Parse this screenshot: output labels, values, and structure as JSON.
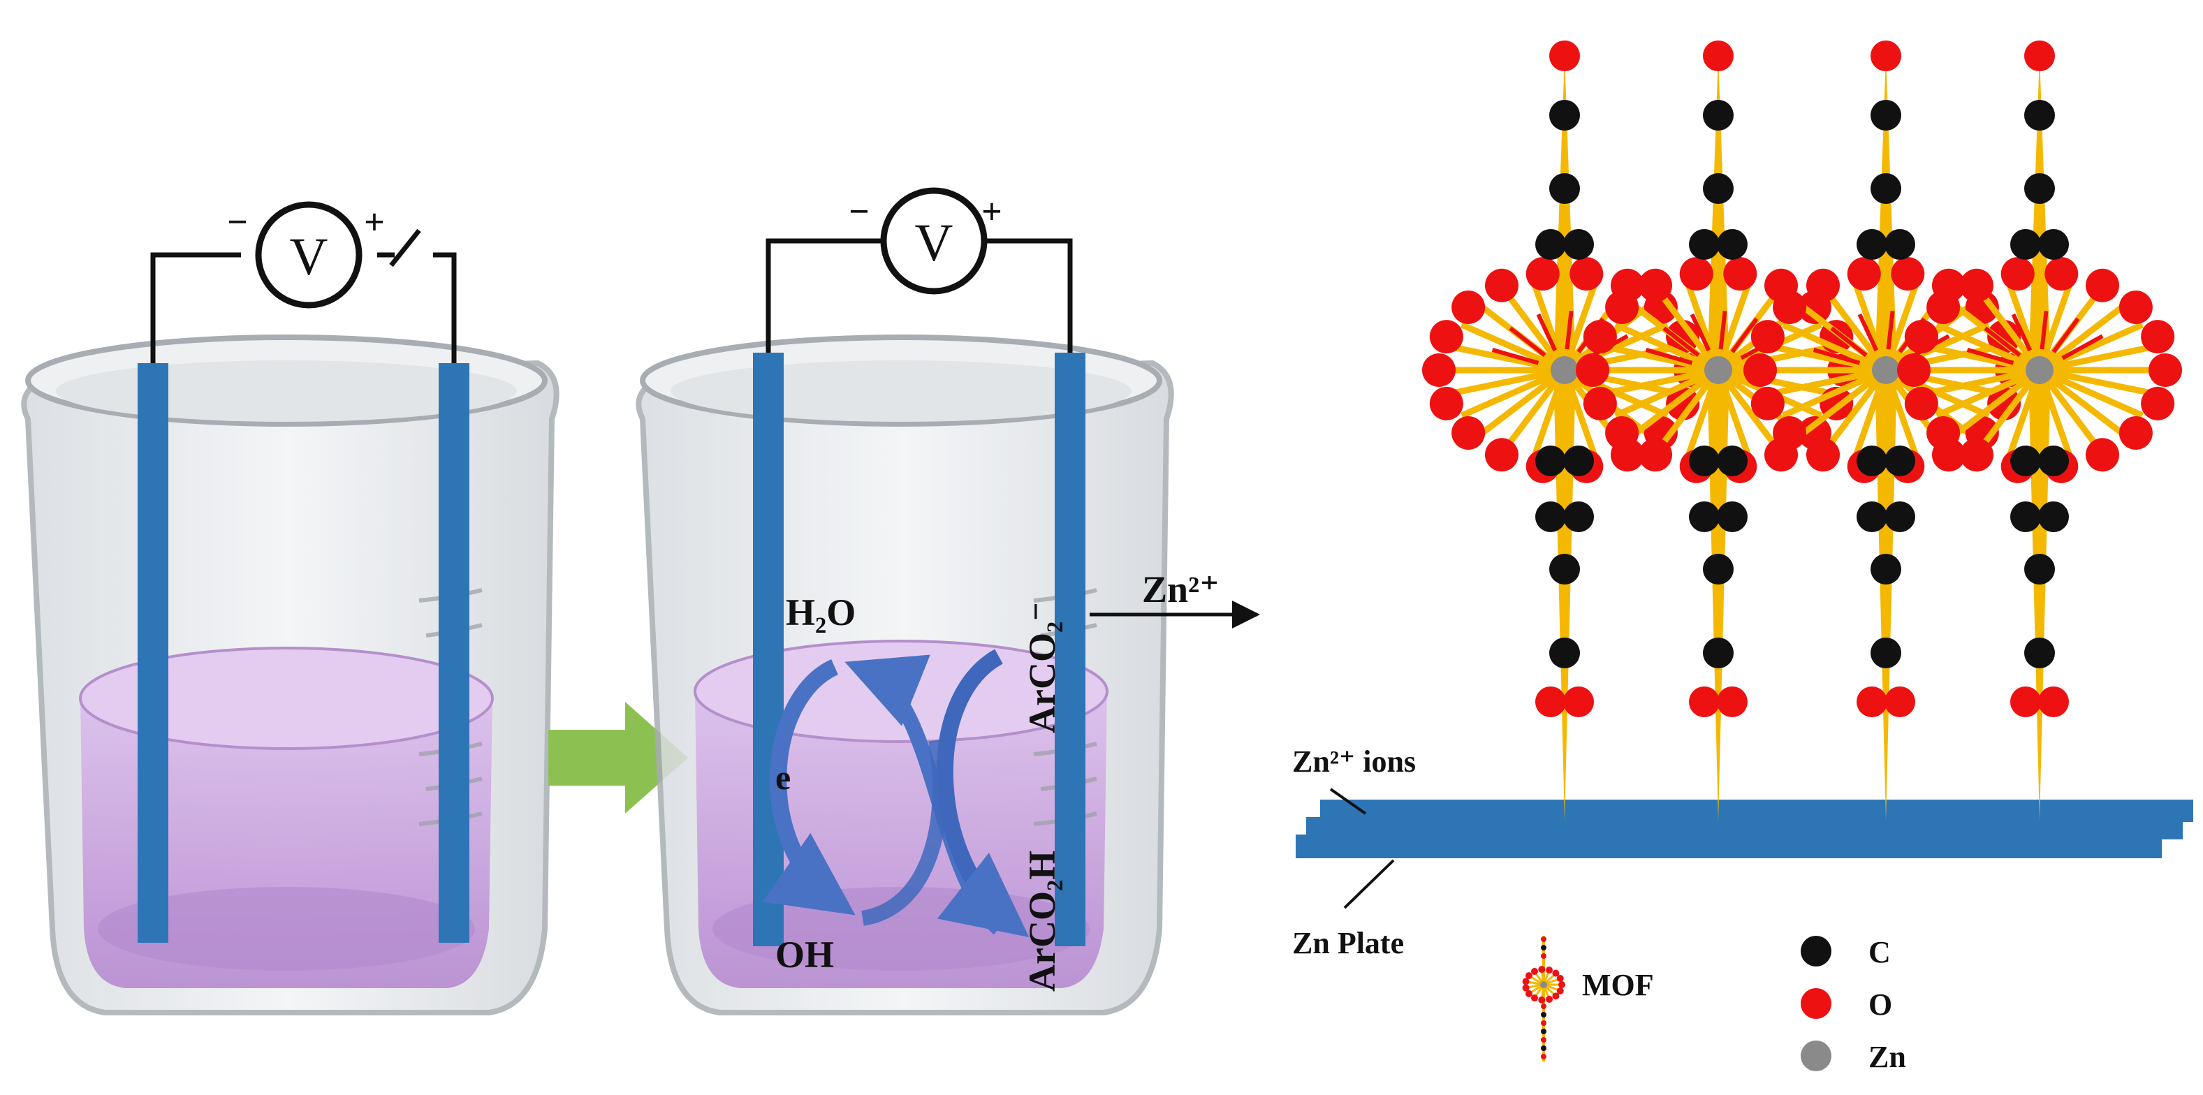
{
  "beaker_left": {
    "meter_symbol": "V",
    "minus_sign": "−",
    "plus_sign": "+"
  },
  "beaker_right": {
    "meter_symbol": "V",
    "minus_sign": "−",
    "plus_sign": "+",
    "reactions": {
      "water": "H₂O",
      "electron": "e",
      "hydroxide": "OH",
      "carboxylate": "ArCO₂⁻",
      "carboxylic_acid": "ArCO₂H"
    },
    "ion_release": "Zn²⁺"
  },
  "plate": {
    "ions_label": "Zn²⁺ ions",
    "plate_label": "Zn Plate"
  },
  "legend": {
    "mof": "MOF",
    "carbon": "C",
    "oxygen": "O",
    "zinc": "Zn"
  },
  "colors": {
    "electrode": "#2e75b6",
    "liquid": "#c9a3dc",
    "arrow_green": "#8cc152",
    "bond_yellow": "#f5b800",
    "oxygen_red": "#ee1111",
    "carbon_black": "#111111",
    "zinc_gray": "#8a8a8a",
    "curve_arrow": "#4a72c4"
  }
}
